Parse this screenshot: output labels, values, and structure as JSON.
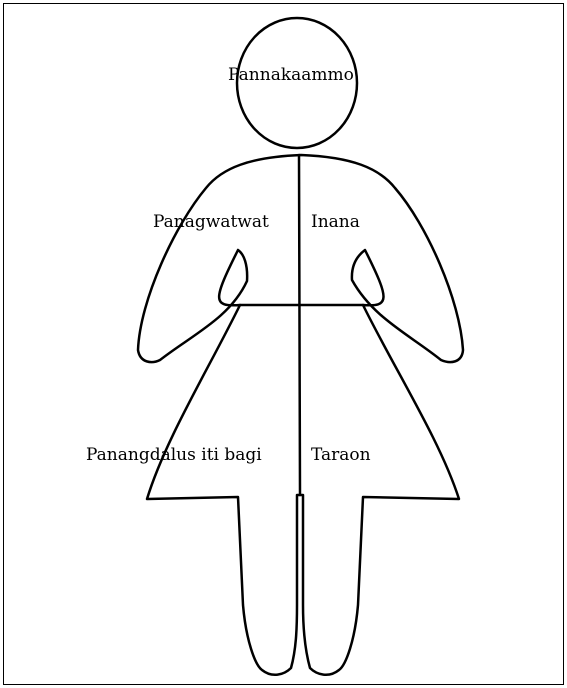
{
  "diagram": {
    "labels": {
      "head": "Pannakaammo",
      "left_upper": "Panagwatwat",
      "right_upper": "Inana",
      "left_lower": "Panangdalus iti bagi",
      "right_lower": "Taraon"
    }
  }
}
